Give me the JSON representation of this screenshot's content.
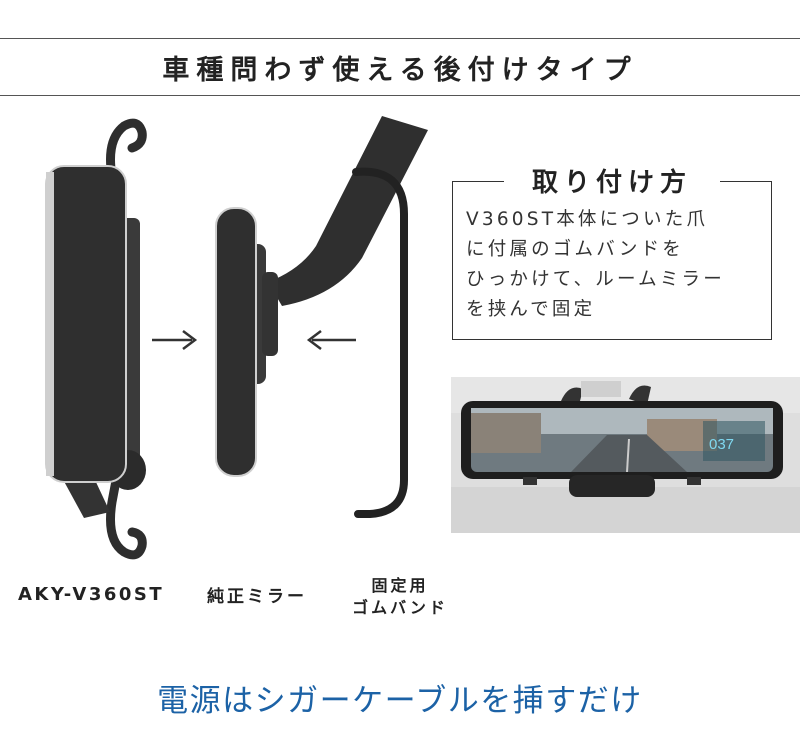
{
  "header": {
    "title": "車種問わず使える後付けタイプ"
  },
  "install": {
    "title": "取り付け方",
    "lines": [
      "V360ST本体についた爪",
      "に付属のゴムバンドを",
      "ひっかけて、ルームミラー",
      "を挟んで固定"
    ]
  },
  "photo": {
    "speed": "037"
  },
  "labels": {
    "model": "AKY-V360ST",
    "mirror": "純正ミラー",
    "band_line1": "固定用",
    "band_line2": "ゴムバンド"
  },
  "footer": {
    "text": "電源はシガーケーブルを挿すだけ"
  },
  "colors": {
    "footer_blue": "#1c62a6",
    "device_dark": "#2f2f2f"
  }
}
